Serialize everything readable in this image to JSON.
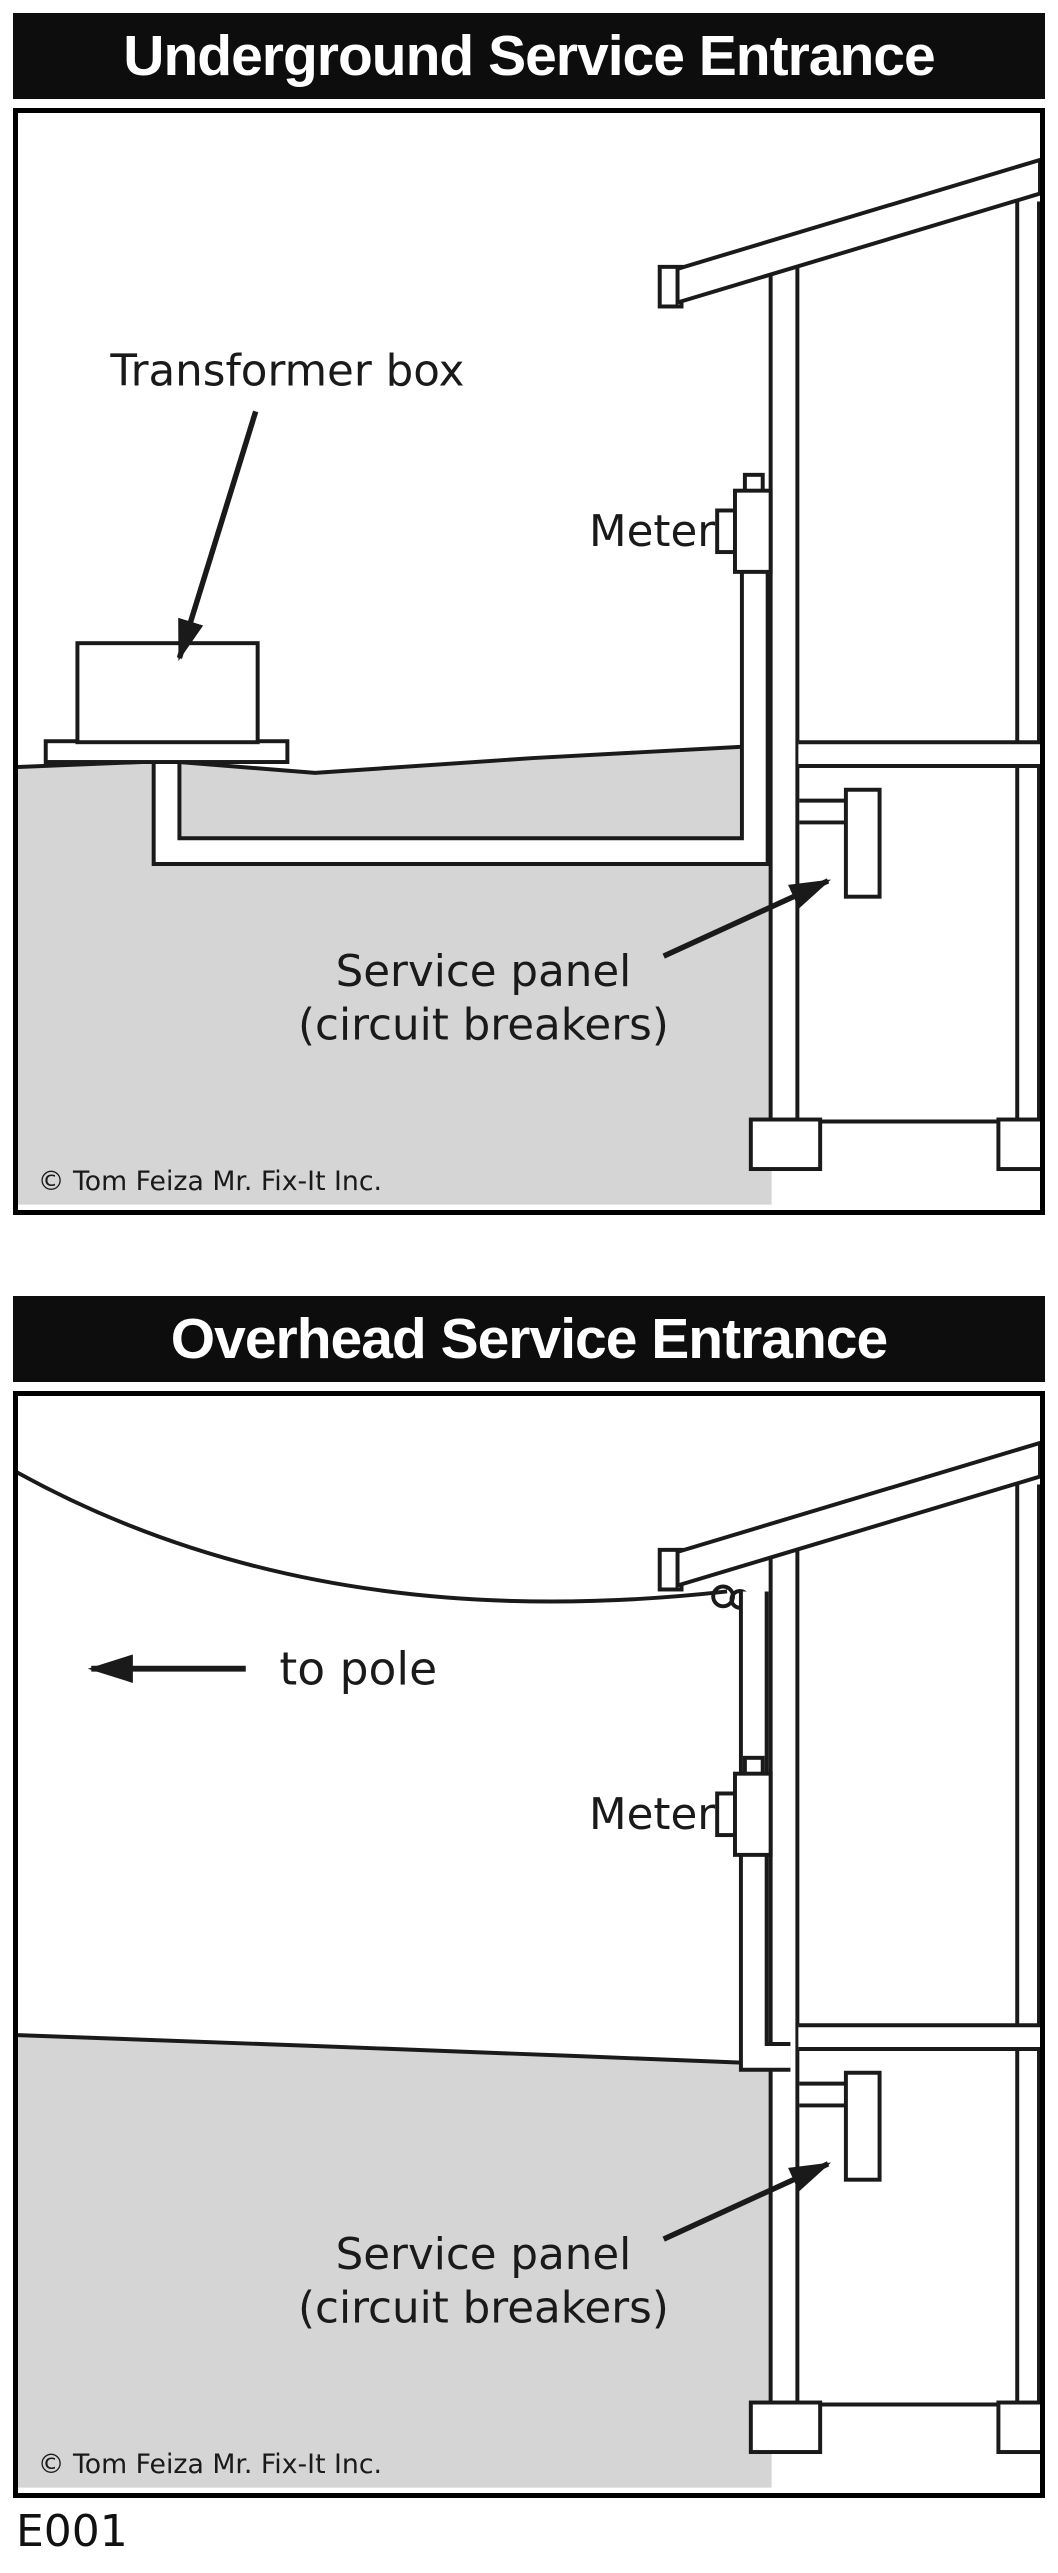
{
  "colors": {
    "ink": "#1a1a1a",
    "ground_gray": "#d5d5d6",
    "title_bg": "#0d0d0d",
    "title_text": "#ffffff"
  },
  "underground": {
    "title": "Underground Service Entrance",
    "labels": {
      "transformer_box": "Transformer box",
      "meter": "Meter",
      "service_panel_1": "Service panel",
      "service_panel_2": "(circuit breakers)"
    },
    "credit": "© Tom Feiza Mr. Fix-It Inc."
  },
  "overhead": {
    "title": "Overhead Service Entrance",
    "labels": {
      "to_pole": "to pole",
      "meter": "Meter",
      "service_panel_1": "Service panel",
      "service_panel_2": "(circuit breakers)"
    },
    "credit": "© Tom Feiza Mr. Fix-It Inc."
  },
  "footer": {
    "code": "E001"
  }
}
